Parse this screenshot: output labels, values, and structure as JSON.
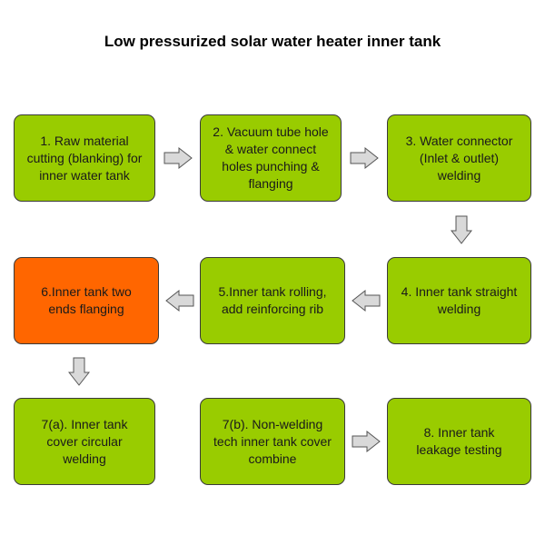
{
  "title": "Low pressurized solar water heater inner tank",
  "colors": {
    "step": "#99cc00",
    "highlight": "#ff6600",
    "arrow_fill": "#d9d9d9",
    "arrow_stroke": "#555555"
  },
  "steps": [
    {
      "id": "1",
      "label": "1. Raw material\ncutting (blanking) for\ninner water tank",
      "color": "#99cc00"
    },
    {
      "id": "2",
      "label": "2. Vacuum tube hole\n& water connect\nholes punching &\nflanging",
      "color": "#99cc00"
    },
    {
      "id": "3",
      "label": "3. Water connector\n(Inlet & outlet)\nwelding",
      "color": "#99cc00"
    },
    {
      "id": "4",
      "label": "4. Inner tank straight\nwelding",
      "color": "#99cc00"
    },
    {
      "id": "5",
      "label": "5.Inner tank rolling,\nadd reinforcing rib",
      "color": "#99cc00"
    },
    {
      "id": "6",
      "label": "6.Inner tank two\nends flanging",
      "color": "#ff6600"
    },
    {
      "id": "7a",
      "label": "7(a). Inner tank\ncover circular\nwelding",
      "color": "#99cc00"
    },
    {
      "id": "7b",
      "label": "7(b). Non-welding\ntech inner tank cover\ncombine",
      "color": "#99cc00"
    },
    {
      "id": "8",
      "label": "8. Inner tank\nleakage testing",
      "color": "#99cc00"
    }
  ],
  "connections": [
    {
      "from": "1",
      "to": "2",
      "direction": "right"
    },
    {
      "from": "2",
      "to": "3",
      "direction": "right"
    },
    {
      "from": "3",
      "to": "4",
      "direction": "down"
    },
    {
      "from": "4",
      "to": "5",
      "direction": "left"
    },
    {
      "from": "5",
      "to": "6",
      "direction": "left"
    },
    {
      "from": "6",
      "to": "7a",
      "direction": "down"
    },
    {
      "from": "7b",
      "to": "8",
      "direction": "right"
    }
  ]
}
